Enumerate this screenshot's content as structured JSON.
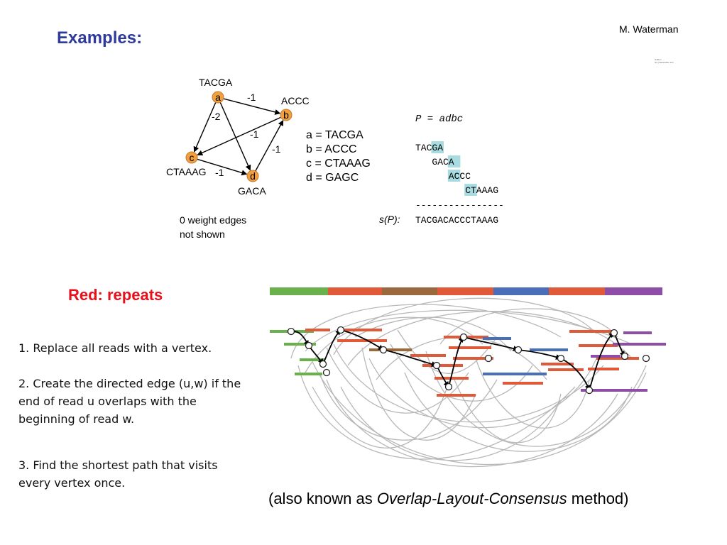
{
  "slide": {
    "title": "Examples:",
    "author": "M. Waterman",
    "tiny_note": [
      "Hidden",
      "tiny placeholder text"
    ]
  },
  "overlap_graph": {
    "nodes": [
      {
        "id": "a",
        "seq": "TACGA"
      },
      {
        "id": "b",
        "seq": "ACCC"
      },
      {
        "id": "c",
        "seq": "CTAAAG"
      },
      {
        "id": "d",
        "seq": "GACA"
      }
    ],
    "edges": [
      {
        "from": "a",
        "to": "b",
        "weight": "-1"
      },
      {
        "from": "a",
        "to": "c",
        "weight": "-2"
      },
      {
        "from": "a",
        "to": "d",
        "weight": ""
      },
      {
        "from": "d",
        "to": "b",
        "weight": "-1"
      },
      {
        "from": "b",
        "to": "c",
        "weight": "-1"
      },
      {
        "from": "c",
        "to": "d",
        "weight": "-1"
      }
    ],
    "legend": [
      "a = TACGA",
      "b = ACCC",
      "c = CTAAAG",
      "d = GAGC"
    ],
    "note": [
      "0 weight edges",
      "not shown"
    ],
    "node_color": "#f0a040"
  },
  "alignment": {
    "path_label": "P = adbc",
    "rows": [
      {
        "text": "TACGA",
        "indent": 0,
        "highlight_start": 3
      },
      {
        "text": "GACA",
        "indent": 3,
        "highlight_start": 3
      },
      {
        "text": "ACCC",
        "indent": 6,
        "highlight_start": 0
      },
      {
        "text": "CTAAAG",
        "indent": 9,
        "highlight_start": 0
      }
    ],
    "dashes": "----------------",
    "sp_label": "s(P):",
    "consensus": "TACGACACCCTAAAG",
    "highlight_color": "#a8dce0"
  },
  "repeats": {
    "label": "Red: repeats",
    "genome_bar_colors": [
      "#6ab04c",
      "#e05a3a",
      "#9b6a3c",
      "#e05a3a",
      "#4a6fb8",
      "#e05a3a",
      "#8e4ea8"
    ],
    "colors": {
      "green": "#6ab04c",
      "red": "#e05a3a",
      "brown": "#9b6a3c",
      "blue": "#4a6fb8",
      "purple": "#8e4ea8"
    }
  },
  "steps": [
    "1. Replace all reads with a vertex.",
    "2. Create the directed edge (u,w) if the end of read u overlaps with the beginning of read w.",
    "3. Find the shortest path that visits every vertex once."
  ],
  "footer": {
    "prefix": "(also known as ",
    "method": "Overlap-Layout-Consensus",
    "suffix": " method)"
  }
}
